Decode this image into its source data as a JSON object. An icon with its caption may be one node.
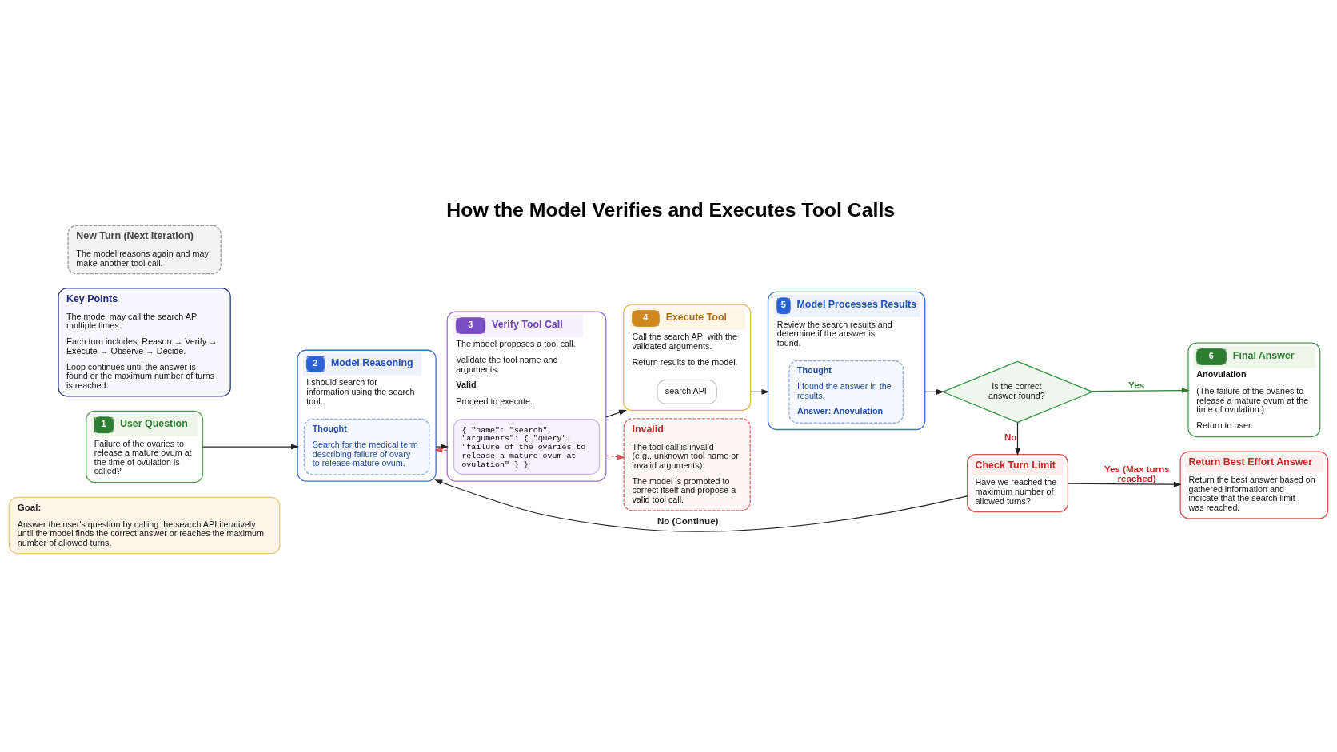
{
  "diagram": {
    "title": "How the Model Verifies and Executes Tool Calls",
    "nodes": [
      {
        "text": [
          "Goal:",
          "Answer the user's question by calling the search API iteratively until the model finds the correct answer or reaches the maximum number of allowed turns."
        ]
      },
      {
        "text": [
          "1",
          "User Question",
          "Failure of the ovaries to release a mature ovum at the time of ovulation is called?"
        ]
      },
      {
        "text": [
          "2",
          "Model Reasoning",
          "I should search for information using the search tool."
        ]
      },
      {
        "text": [
          "Thought",
          "Search for the medical term describing failure of ovary to release mature ovum."
        ],
        "in": 2
      },
      {
        "text": [
          "3",
          "Verify Tool Call",
          "The model proposes a tool call.",
          "Validate the tool name and arguments.",
          "Valid",
          "Proceed to execute."
        ]
      },
      {
        "text": [
          "{ \"name\": \"search\", \"arguments\": { \"query\": \"failure of the ovaries to release a mature ovum at ovulation\" } }"
        ],
        "in": 4
      },
      {
        "text": [
          "4",
          "Execute Tool",
          "Call the search API with the validated arguments.",
          "Return results to the model."
        ]
      },
      {
        "text": [
          "search API"
        ],
        "in": 6
      },
      {
        "text": [
          "5",
          "Model Processes Results",
          "Review the search results and determine if the answer is found."
        ]
      },
      {
        "text": [
          "Thought",
          "I found the answer in the results.",
          "Answer: Anovulation"
        ],
        "in": 8
      },
      {
        "text": [
          "Is the correct answer found?"
        ]
      },
      {
        "text": [
          "6",
          "Final Answer",
          "Anovulation",
          "(The failure of the ovaries to release a mature ovum at the time of ovulation.)",
          "Return to user."
        ]
      },
      {
        "text": [
          "Key Points",
          "The model may call the search API multiple times.",
          "Each turn includes: Reason → Verify → Execute → Observe → Decide.",
          "Loop continues until the answer is found or the maximum number of turns is reached."
        ]
      },
      {
        "text": [
          "Invalid",
          "The tool call is invalid (e.g., unknown tool name or invalid arguments).",
          "The model is prompted to correct itself and propose a valid tool call."
        ]
      },
      {
        "text": [
          "New Turn (Next Iteration)",
          "The model reasons again and may make another tool call."
        ]
      },
      {
        "text": [
          "Return Best Effort Answer",
          "Return the best answer based on gathered information and indicate that the search limit was reached."
        ]
      },
      {
        "text": [
          "Check Turn Limit",
          "Have we reached the maximum number of allowed turns?"
        ]
      }
    ],
    "edges": [
      {
        "from": 1,
        "to": 2,
        "arrow": "to"
      },
      {
        "from": 2,
        "to": 4,
        "arrow": "to"
      },
      {
        "from": 4,
        "to": 6,
        "arrow": "to"
      },
      {
        "from": 6,
        "to": 8,
        "arrow": "to"
      },
      {
        "from": 8,
        "to": 10,
        "arrow": "to"
      },
      {
        "from": 10,
        "to": 11,
        "arrow": "to",
        "label": "Yes",
        "color": "#2e7d32"
      },
      {
        "from": 10,
        "to": 16,
        "arrow": "to",
        "label": "No"
      },
      {
        "from": 16,
        "to": 15,
        "arrow": "to",
        "label": "Yes (Max turns reached)"
      },
      {
        "from": 16,
        "to": 2,
        "arrow": "to",
        "label": "No (Continue)"
      },
      {
        "from": 4,
        "to": 13,
        "arrow": "to",
        "style": "dashed",
        "color": "#d9534f"
      },
      {
        "from": 4,
        "to": 2,
        "arrow": "to",
        "style": "dashed",
        "color": "#d9534f"
      }
    ]
  }
}
